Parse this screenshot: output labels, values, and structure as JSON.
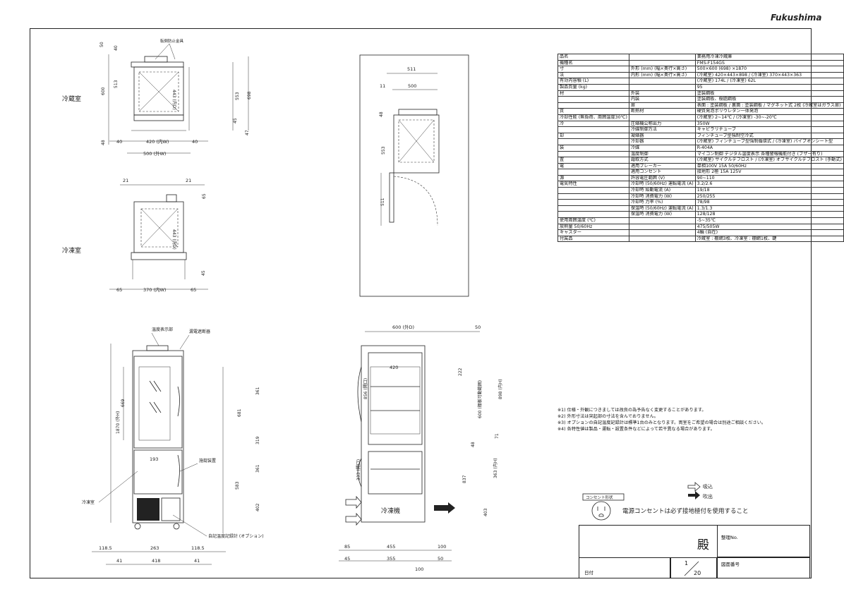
{
  "brand": {
    "logo_text": "Fukushima"
  },
  "views": {
    "fridge_label": "冷蔵室",
    "freezer_label": "冷凍室",
    "tip_prevention": "転倒防止金具",
    "dims_fridge": {
      "d50": "50",
      "d40": "40",
      "d513": "513",
      "d600": "600",
      "d443": "443 (内D)",
      "d553": "553",
      "d698": "698",
      "d45": "45",
      "d47": "47",
      "d48": "48",
      "w40a": "40",
      "w420": "420 (内W)",
      "w40b": "40",
      "w500": "500 (外W)"
    },
    "dims_freezer": {
      "d21a": "21",
      "d21b": "21",
      "d65": "65",
      "d443": "443 (内D)",
      "d45": "45",
      "w65a": "65",
      "w370": "370 (内W)",
      "w65b": "65"
    },
    "side": {
      "d511top": "511",
      "d500": "500",
      "d11": "11",
      "d48": "48",
      "d553": "553",
      "d511": "511"
    },
    "front": {
      "temp_display": "温度表示部",
      "breaker": "漏電遮断器",
      "lock": "施錠装置",
      "freezer": "冷凍室",
      "recorder": "自記温度記録計 (オプション)",
      "h1870": "1870 (外H)",
      "h669": "669",
      "h361a": "361",
      "h681": "681",
      "h319": "319",
      "h361b": "361",
      "h583": "583",
      "h402": "402",
      "w193": "193",
      "w1185a": "118.5",
      "w263": "263",
      "w1185b": "118.5",
      "w41a": "41",
      "w418": "418",
      "w41b": "41"
    },
    "section": {
      "w600": "600 (外D)",
      "w50": "50",
      "w420": "420",
      "h856": "856 (開口)",
      "h222": "222",
      "h600": "600 (棚板可動範囲)",
      "h898": "898 (内H)",
      "h48": "48",
      "h71": "71",
      "h333": "333 (開口)",
      "h837": "837",
      "h363": "363 (内H)",
      "h403": "403",
      "machine": "冷凍機",
      "w85": "85",
      "w455": "455",
      "w100a": "100",
      "w45": "45",
      "w355": "355",
      "w50b": "50",
      "w100b": "100"
    }
  },
  "legend": {
    "intake": "吸込",
    "exhaust": "吹出",
    "outlet_label": "コンセント形状",
    "outlet_note": "電源コンセントは必ず接地極付を使用すること"
  },
  "spec_table": [
    [
      "品名",
      "",
      "業務用冷凍冷蔵庫"
    ],
    [
      "機種名",
      "",
      "FMS-F154GS"
    ],
    [
      "寸",
      "外形 (mm) (幅×奥行×高さ)",
      "500×600 (698) ×1870"
    ],
    [
      "法",
      "内形 (mm) (幅×奥行×高さ)",
      "(冷蔵室) 420×443×898 / (冷凍室) 370×443×363"
    ],
    [
      "有効内容積 (L)",
      "",
      "(冷蔵室) 174L / (冷凍室) 62L"
    ],
    [
      "製品質量 (kg)",
      "",
      "95"
    ],
    [
      "材",
      "外装",
      "塗装鋼板"
    ],
    [
      "",
      "内装",
      "塗装鋼板、樹脂鋼板"
    ],
    [
      "",
      "扉",
      "表面 : 塗装鋼板 / 裏面 : 塗装鋼板 / マグネット式 2枚 (冷蔵室はガラス扉)"
    ],
    [
      "質",
      "断熱材",
      "硬質発泡ポリウレタン一体発泡"
    ],
    [
      "冷却性能 (無負荷、周囲温度30℃)",
      "",
      "(冷蔵室) 2~14℃ / (冷凍室) -30~-20℃"
    ],
    [
      "冷",
      "圧縮機公称出力",
      "350W"
    ],
    [
      "",
      "冷媒制御方法",
      "キャピラリチューブ"
    ],
    [
      "却",
      "凝縮器",
      "フィンチューブ型強制空冷式"
    ],
    [
      "",
      "冷却器",
      "(冷蔵室) フィンチューブ型強制循環式 / (冷凍室) パイプオンシート型"
    ],
    [
      "装",
      "冷媒",
      "R-404A"
    ],
    [
      "",
      "温度制御",
      "マイコン制御 デジタル温度表示 各種警報機能付き (ブザー有り)"
    ],
    [
      "置",
      "霜取方式",
      "(冷蔵室) サイクルデフロスト / (冷凍室) オフサイクルデフロスト (手動式)"
    ],
    [
      "電",
      "適用ブレーカー",
      "単相100V 15A 50/60Hz"
    ],
    [
      "",
      "適用コンセント",
      "接地形 2極 15A 125V"
    ],
    [
      "源",
      "許容電圧範囲 (V)",
      "90~110"
    ],
    [
      "電気特性",
      "冷却時 (50/60Hz) 運転電流 (A)",
      "3.2/2.6"
    ],
    [
      "",
      "冷却時 始動電流 (A)",
      "19/18"
    ],
    [
      "",
      "冷却時 消費電力 (W)",
      "250/255"
    ],
    [
      "",
      "冷却時 力率 (%)",
      "78/98"
    ],
    [
      "",
      "保温時 (50/60Hz) 運転電流 (A)",
      "1.3/1.3"
    ],
    [
      "",
      "保温時 消費電力 (W)",
      "128/128"
    ],
    [
      "使用周囲温度 (℃)",
      "",
      "-5~35℃"
    ],
    [
      "放熱量 50/60Hz",
      "",
      "475/505W"
    ],
    [
      "キャスター",
      "",
      "4輪 (自在)"
    ],
    [
      "付属品",
      "",
      "冷蔵室 : 棚網3枚、冷凍室 : 棚網1枚、鍵"
    ]
  ],
  "notes": [
    "※1) 仕様・外観につきましては改良の為予告なく変更することがあります。",
    "※2) 外形寸法は突起部の寸法を含んでおりません。",
    "※3) オプションの自記温度記録計は標準1台のみとなります。両室をご希望の場合は別途ご相談ください。",
    "※4) 各特性値は製品・運転・設置条件などによって若干異なる場合があります。"
  ],
  "title_block": {
    "honorific": "殿",
    "reg_no": "整理No.",
    "date": "日付",
    "drawing_no": "図面番号",
    "scale_num": "1",
    "scale_den": "20"
  }
}
